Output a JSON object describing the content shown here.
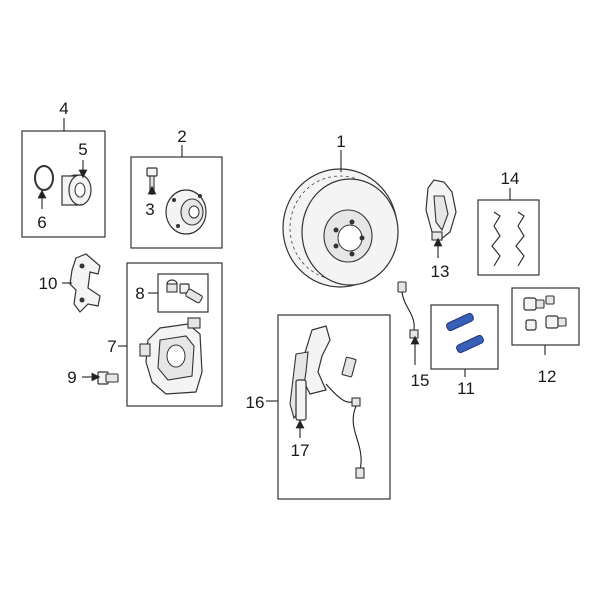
{
  "callouts": {
    "c1": "1",
    "c2": "2",
    "c3": "3",
    "c4": "4",
    "c5": "5",
    "c6": "6",
    "c7": "7",
    "c8": "8",
    "c9": "9",
    "c10": "10",
    "c11": "11",
    "c12": "12",
    "c13": "13",
    "c14": "14",
    "c15": "15",
    "c16": "16",
    "c17": "17"
  },
  "colors": {
    "highlight": "#3a5fb8",
    "line": "#222222"
  }
}
